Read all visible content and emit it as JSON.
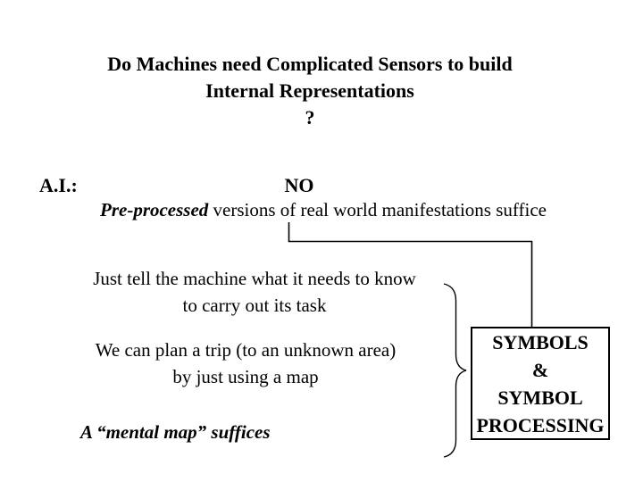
{
  "slide": {
    "colors": {
      "background": "#ffffff",
      "text": "#000000",
      "line": "#000000",
      "box_border": "#000000"
    },
    "title": {
      "line1": "Do Machines need Complicated Sensors to build",
      "line2": "Internal Representations",
      "line3": "?"
    },
    "ai_label": "A.I.:",
    "answer": "NO",
    "preprocessed": {
      "emphasis": "Pre-processed",
      "rest": " versions of real world manifestations suffice"
    },
    "point1": {
      "line1": "Just tell the machine what it needs to know",
      "line2": "to carry out its task"
    },
    "point2": {
      "line1": "We can plan a trip (to an unknown area)",
      "line2": "by just using a map"
    },
    "conclusion": "A “mental map” suffices",
    "symbols_box": {
      "line1": "SYMBOLS",
      "line2": "&",
      "line3": "SYMBOL",
      "line4": "PROCESSING"
    }
  }
}
